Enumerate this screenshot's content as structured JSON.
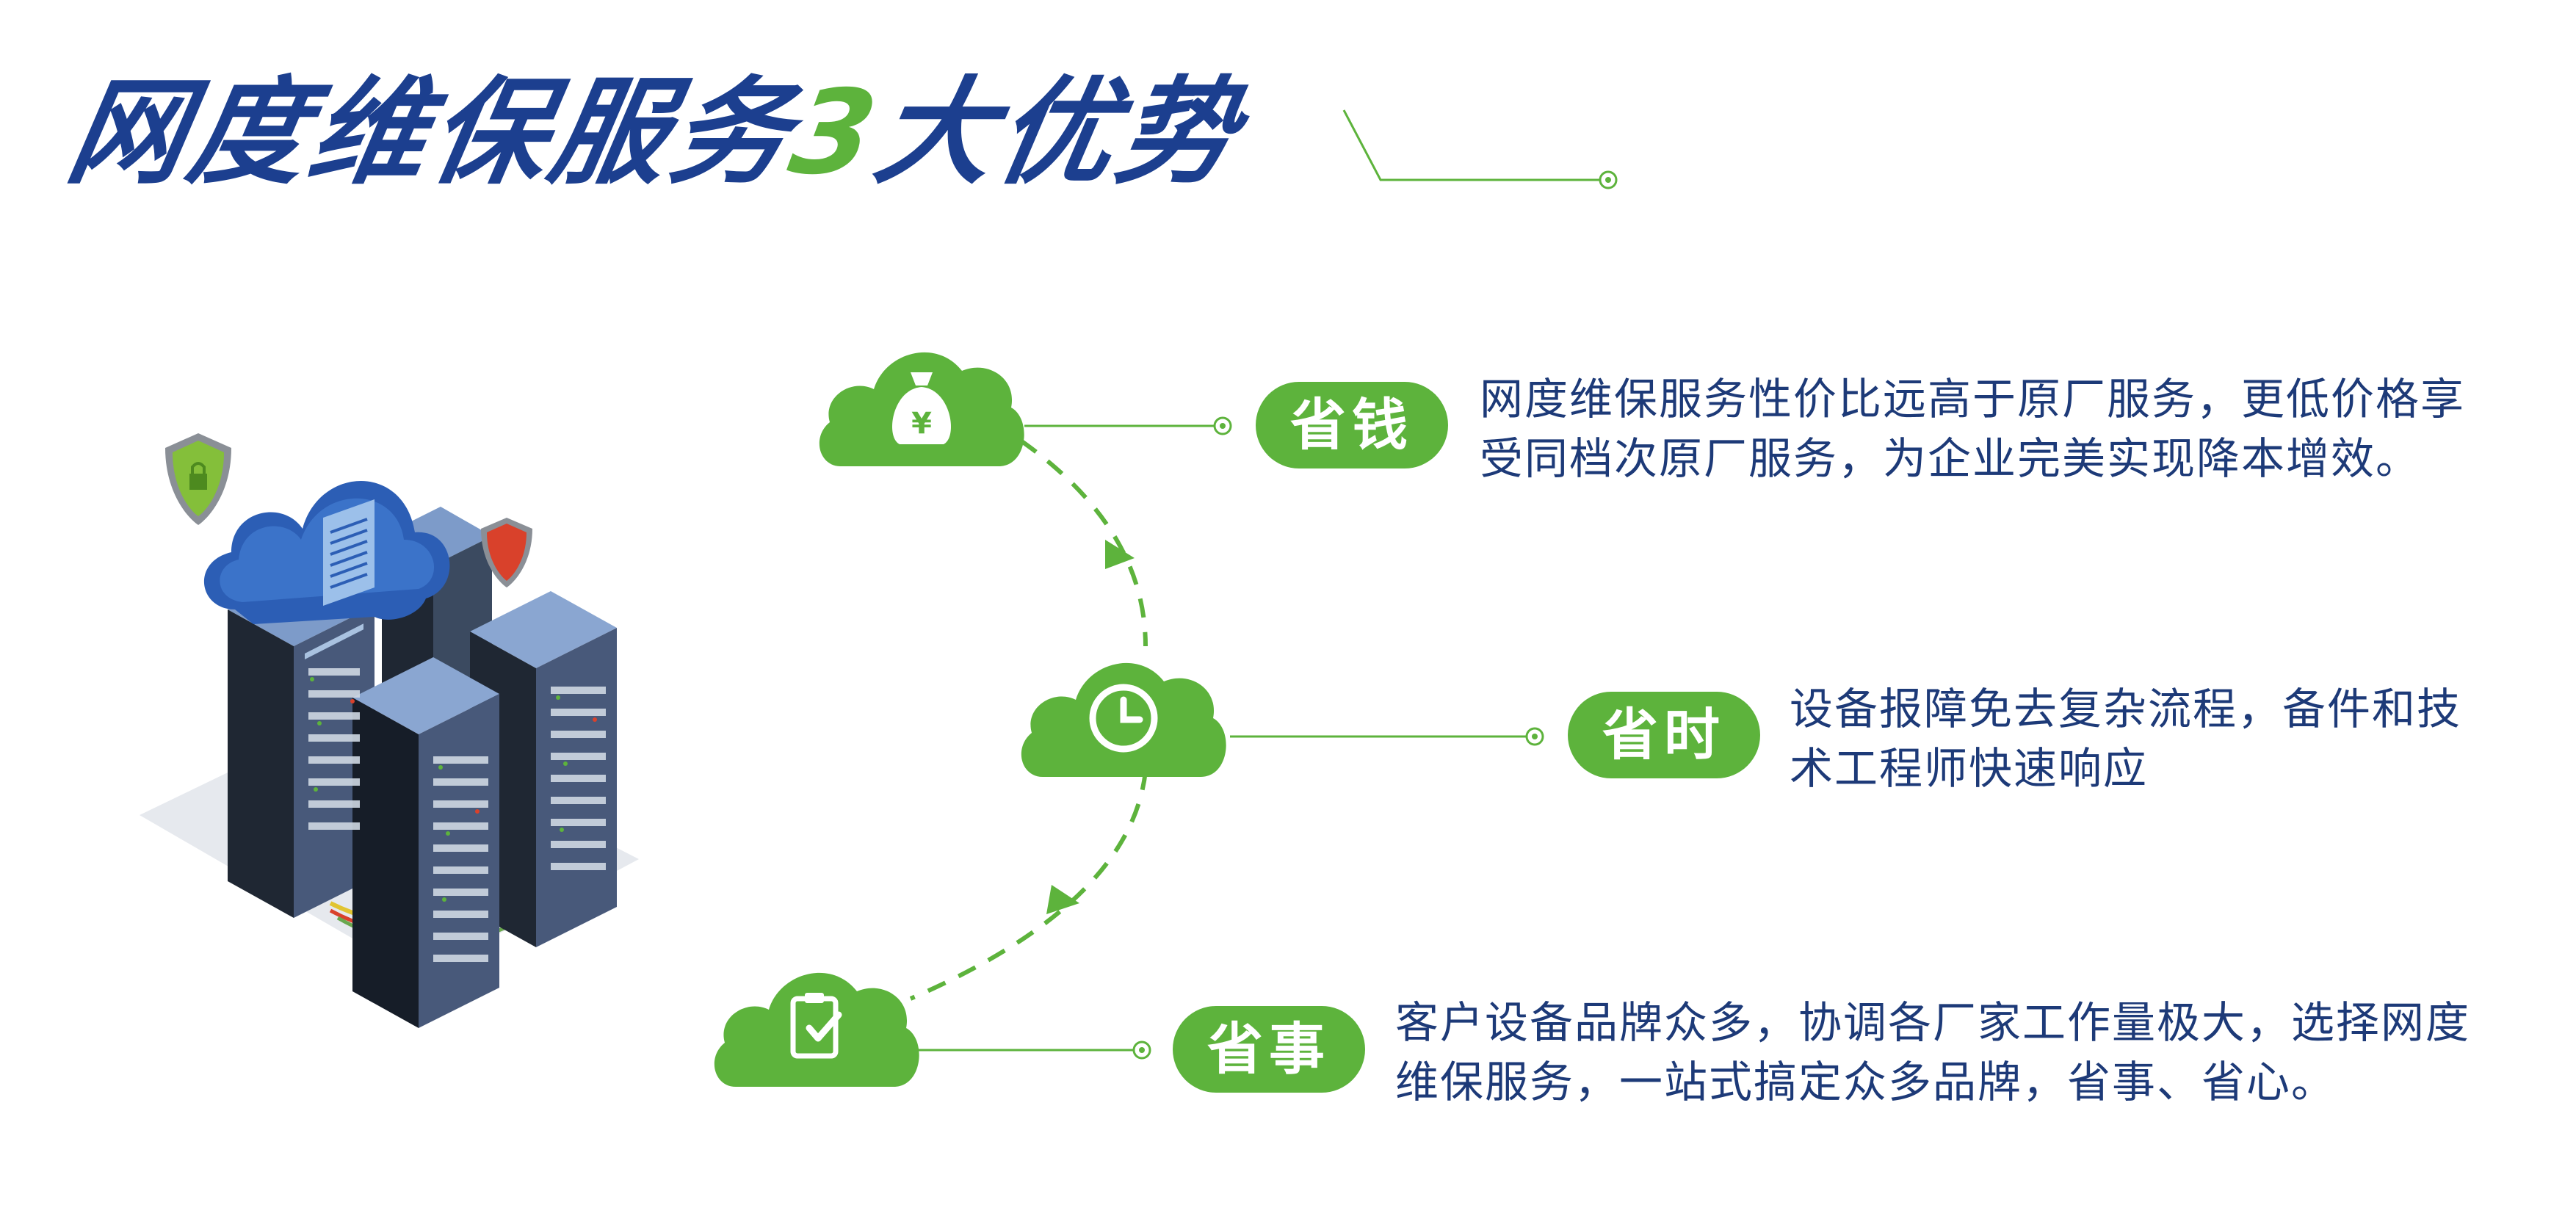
{
  "title": {
    "part1": "网度维保服务",
    "number": "3",
    "part2": "大优势"
  },
  "colors": {
    "brand_blue": "#1c3f8f",
    "accent_green": "#5db33c",
    "text_blue": "#1d3a78"
  },
  "advantages": [
    {
      "icon": "money-bag-yen-icon",
      "label": "省钱",
      "lines": [
        "网度维保服务性价比远高于原厂服务，更低价格享",
        "受同档次原厂服务，为企业完美实现降本增效。"
      ]
    },
    {
      "icon": "clock-icon",
      "label": "省时",
      "lines": [
        "设备报障免去复杂流程，备件和技",
        "术工程师快速响应"
      ]
    },
    {
      "icon": "clipboard-check-icon",
      "label": "省事",
      "lines": [
        "客户设备品牌众多，协调各厂家工作量极大，选择网度",
        "维保服务，一站式搞定众多品牌，省事、省心。"
      ]
    }
  ],
  "illustration": {
    "icon": "server-cloud-security-illustration"
  }
}
